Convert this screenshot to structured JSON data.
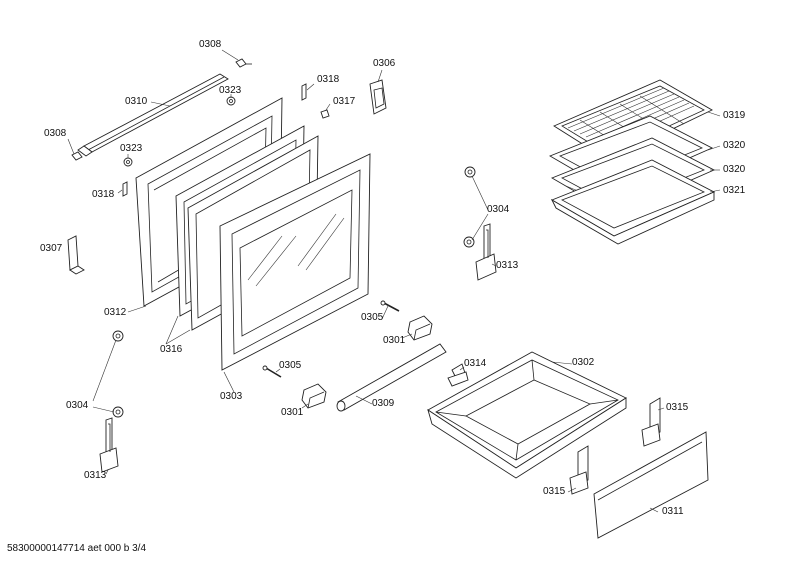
{
  "footer": {
    "text": "58300000147714 aet 000 b 3/4"
  },
  "callouts": [
    {
      "id": "l0308a",
      "text": "0308"
    },
    {
      "id": "l0310",
      "text": "0310"
    },
    {
      "id": "l0323a",
      "text": "0323"
    },
    {
      "id": "l0308b",
      "text": "0308"
    },
    {
      "id": "l0323b",
      "text": "0323"
    },
    {
      "id": "l0318a",
      "text": "0318"
    },
    {
      "id": "l0317",
      "text": "0317"
    },
    {
      "id": "l0306",
      "text": "0306"
    },
    {
      "id": "l0318b",
      "text": "0318"
    },
    {
      "id": "l0307",
      "text": "0307"
    },
    {
      "id": "l0312",
      "text": "0312"
    },
    {
      "id": "l0316",
      "text": "0316"
    },
    {
      "id": "l0304a",
      "text": "0304"
    },
    {
      "id": "l0313a",
      "text": "0313"
    },
    {
      "id": "l0303",
      "text": "0303"
    },
    {
      "id": "l0305a",
      "text": "0305"
    },
    {
      "id": "l0301a",
      "text": "0301"
    },
    {
      "id": "l0305b",
      "text": "0305"
    },
    {
      "id": "l0301b",
      "text": "0301"
    },
    {
      "id": "l0309",
      "text": "0309"
    },
    {
      "id": "l0314",
      "text": "0314"
    },
    {
      "id": "l0302",
      "text": "0302"
    },
    {
      "id": "l0304b",
      "text": "0304"
    },
    {
      "id": "l0313b",
      "text": "0313"
    },
    {
      "id": "l0319",
      "text": "0319"
    },
    {
      "id": "l0320a",
      "text": "0320"
    },
    {
      "id": "l0320b",
      "text": "0320"
    },
    {
      "id": "l0321",
      "text": "0321"
    },
    {
      "id": "l0315a",
      "text": "0315"
    },
    {
      "id": "l0315b",
      "text": "0315"
    },
    {
      "id": "l0311",
      "text": "0311"
    }
  ]
}
